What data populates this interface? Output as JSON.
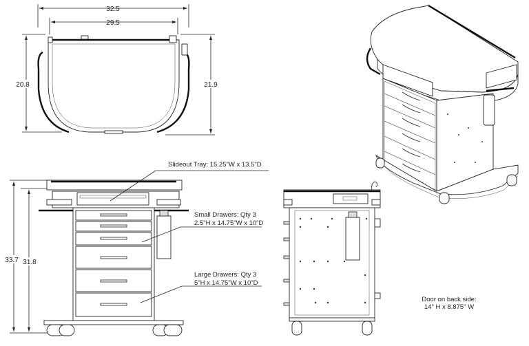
{
  "top_view": {
    "overall_width": "32.5",
    "inner_width": "29.5",
    "left_depth": "20.8",
    "right_depth": "21.9"
  },
  "front_view": {
    "overall_height": "33.7",
    "work_height": "31.8",
    "tray_label": "Slideout Tray: 15.25\"W x 13.5\"D",
    "small_drawers_line1": "Small Drawers: Qty 3",
    "small_drawers_line2": "2.5\"H x 14.75\"W x 10\"D",
    "large_drawers_line1": "Large Drawers: Qty 3",
    "large_drawers_line2": "5\"H x 14.75\"W x 10\"D"
  },
  "side_view": {
    "door_line1": "Door on back side:",
    "door_line2": "14\" H x 8.875\" W"
  }
}
